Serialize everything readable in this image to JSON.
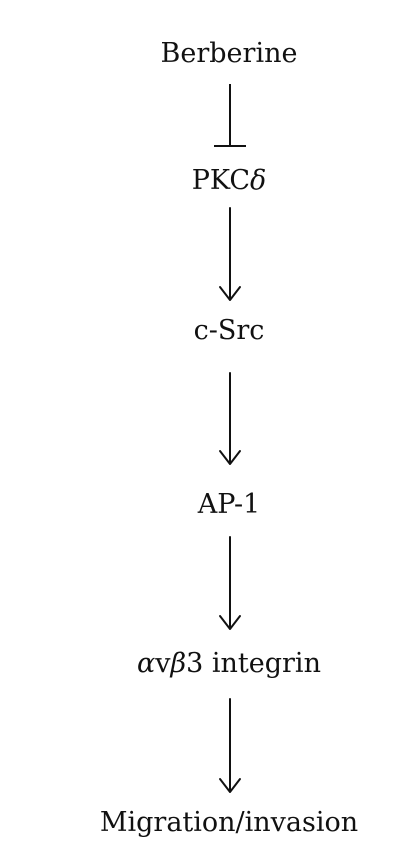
{
  "nodes": {
    "berberine": "Berberine",
    "pkc_prefix": "PKC",
    "pkc_greek": "δ",
    "csrc": "c-Src",
    "ap1": "AP-1",
    "integrin_alpha": "α",
    "integrin_v": "v",
    "integrin_beta": "β",
    "integrin_rest": "3 integrin",
    "migration": "Migration/invasion"
  },
  "edges": [
    {
      "from": "Berberine",
      "to": "PKCδ",
      "type": "inhibition"
    },
    {
      "from": "PKCδ",
      "to": "c-Src",
      "type": "activation"
    },
    {
      "from": "c-Src",
      "to": "AP-1",
      "type": "activation"
    },
    {
      "from": "AP-1",
      "to": "αvβ3 integrin",
      "type": "activation"
    },
    {
      "from": "αvβ3 integrin",
      "to": "Migration/invasion",
      "type": "activation"
    }
  ],
  "colors": {
    "line": "#111111",
    "text": "#111111"
  }
}
